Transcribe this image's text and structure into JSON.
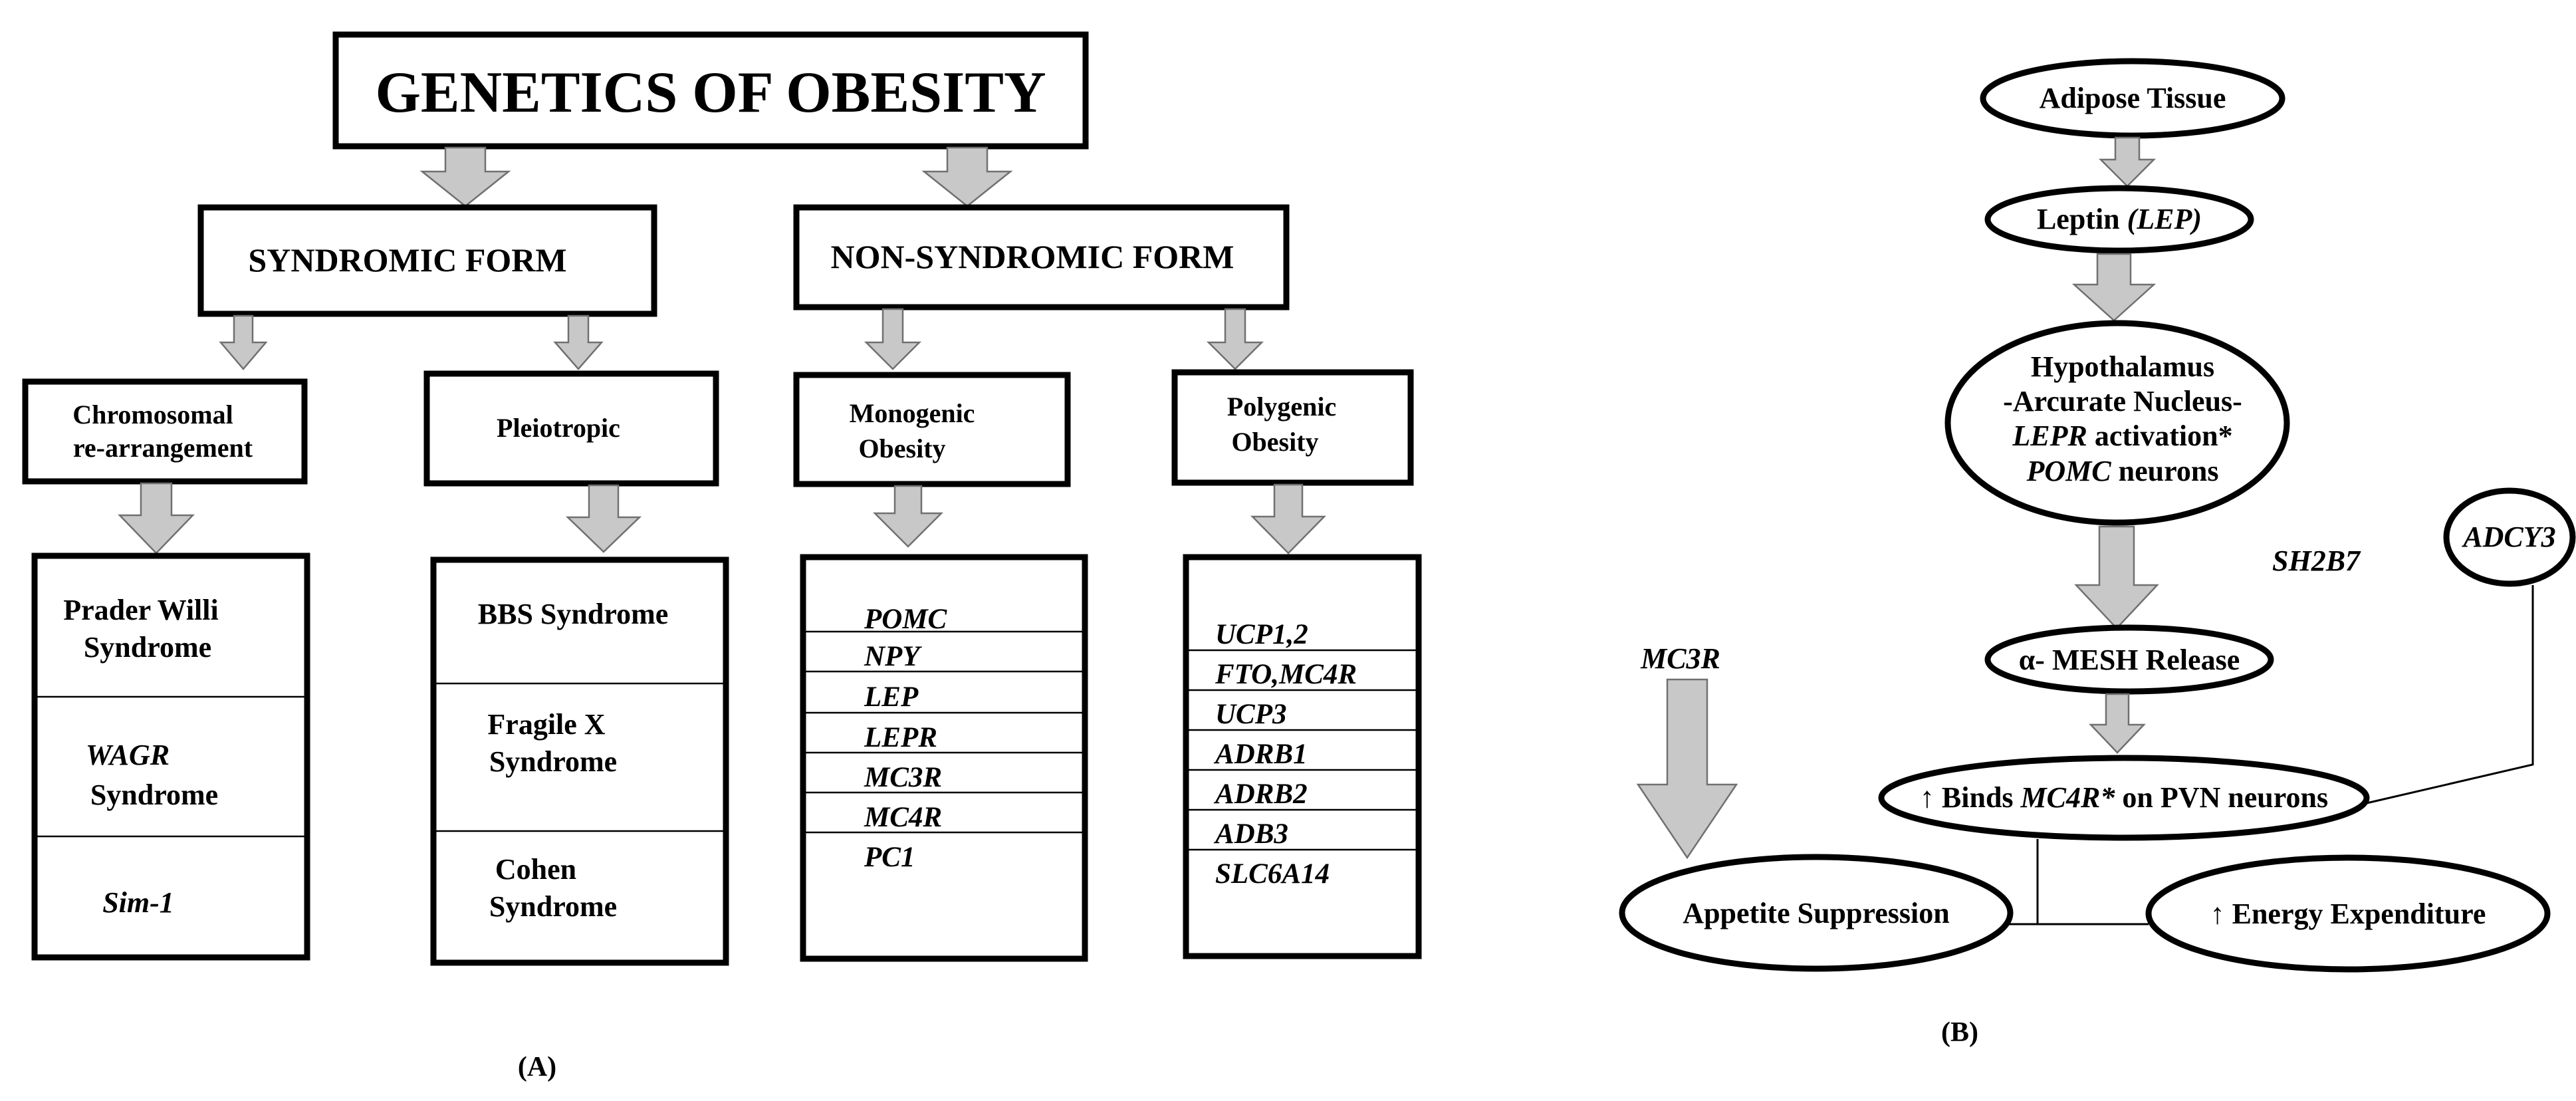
{
  "panel_a": {
    "title": "GENETICS OF OBESITY",
    "syndromic": "SYNDROMIC FORM",
    "non_syndromic": "NON-SYNDROMIC FORM",
    "chromosomal_1": "Chromosomal",
    "chromosomal_2": "re-arrangement",
    "pleiotropic": "Pleiotropic",
    "monogenic_1": "Monogenic",
    "monogenic_2": "Obesity",
    "polygenic_1": "Polygenic",
    "polygenic_2": "Obesity",
    "chrom_items": [
      "Prader Willi",
      "Syndrome",
      "WAGR",
      "Syndrome",
      "Sim-1"
    ],
    "pleio_items": [
      "BBS Syndrome",
      "Fragile X",
      "Syndrome",
      "Cohen",
      "Syndrome"
    ],
    "monogenic_genes": [
      "POMC",
      "NPY",
      "LEP",
      "LEPR",
      "MC3R",
      "MC4R",
      "PC1"
    ],
    "polygenic_genes": [
      "UCP1,2",
      "FTO,MC4R",
      "UCP3",
      "ADRB1",
      "ADRB2",
      "ADB3",
      "SLC6A14"
    ],
    "label": "(A)"
  },
  "panel_b": {
    "adipose": "Adipose Tissue",
    "leptin": "Leptin ",
    "leptin_gene": "(LEP)",
    "hypo_1": "Hypothalamus",
    "hypo_2": "-Arcurate Nucleus-",
    "hypo_3_gene": "LEPR",
    "hypo_3_rest": " activation*",
    "hypo_4_gene": "POMC",
    "hypo_4_rest": " neurons",
    "sh2b7": "SH2B7",
    "adcy3": "ADCY3",
    "mc3r": "MC3R",
    "mesh": "α- MESH Release",
    "binds_1": "↑ Binds ",
    "binds_gene": "MC4R*",
    "binds_2": " on PVN neurons",
    "appetite": "Appetite Suppression",
    "energy": "↑ Energy Expenditure",
    "label": "(B)"
  }
}
